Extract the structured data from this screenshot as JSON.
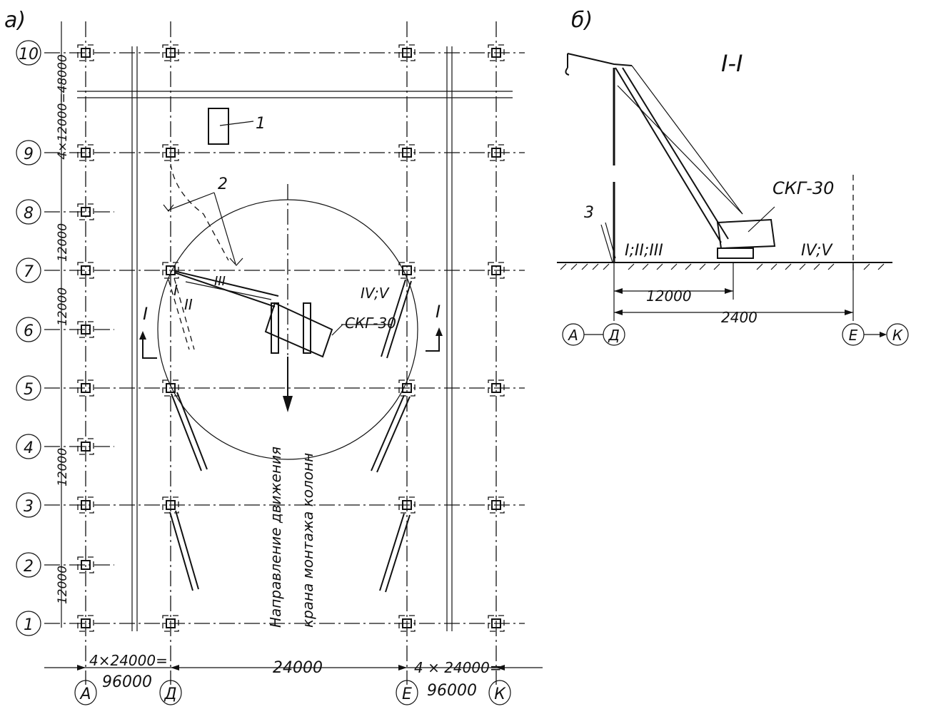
{
  "panel_labels": {
    "a": "а)",
    "b": "б)"
  },
  "row_axes": [
    "10",
    "9",
    "8",
    "7",
    "6",
    "5",
    "4",
    "3",
    "2",
    "1"
  ],
  "col_axes": {
    "A": "А",
    "D": "Д",
    "E": "Е",
    "K": "К"
  },
  "dimensions": {
    "total_rows": "4×12000=48000",
    "span_8_7": "12000",
    "span_7_5": "12000",
    "span_5_3": "12000",
    "span_3_1": "12000",
    "left_bottom_1": "4×24000=",
    "left_bottom_2": "96000",
    "middle_bottom": "24000",
    "right_bottom_1": "4 × 24000=",
    "right_bottom_2": "96000"
  },
  "plan_labels": {
    "item1": "1",
    "item2": "2",
    "pos_I": "I",
    "pos_II": "II",
    "pos_III": "III",
    "pos_IVV": "IV;V",
    "crane": "СКГ-30",
    "section_left": "I",
    "section_right": "I",
    "direction_1": "Направление движения",
    "direction_2": "крана монтажа колонн"
  },
  "section": {
    "title": "I-I",
    "crane": "СКГ-30",
    "item3": "3",
    "pos_left": "I;II;III",
    "pos_right": "IV;V",
    "dim_12000": "12000",
    "dim_2400": "2400",
    "axis_A": "А",
    "axis_D": "Д",
    "axis_E": "Е",
    "axis_K": "К"
  }
}
